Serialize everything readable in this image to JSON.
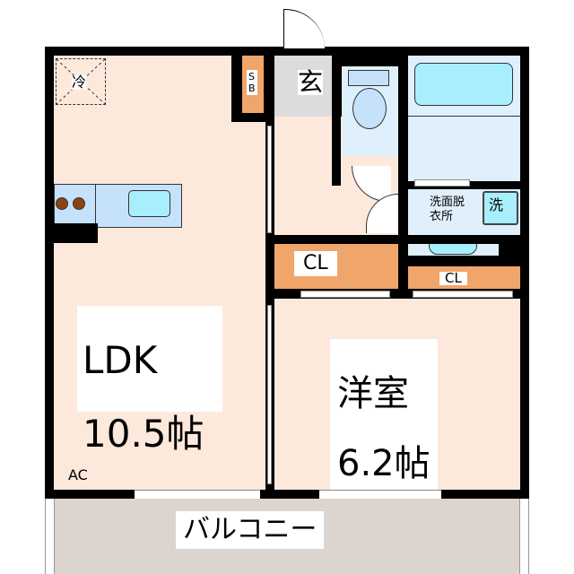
{
  "floorplan": {
    "rooms": {
      "ldk": {
        "name": "LDK",
        "size": "10.5帖"
      },
      "western": {
        "name": "洋室",
        "size": "6.2帖"
      },
      "entrance": {
        "name": "玄"
      },
      "shoebox": {
        "name": "S\nB"
      },
      "closet1": {
        "name": "CL"
      },
      "closet2": {
        "name": "CL"
      },
      "washroom": {
        "name": "洗面脱\n衣所"
      },
      "washer": {
        "name": "洗"
      },
      "balcony": {
        "name": "バルコニー"
      }
    },
    "fixtures": {
      "fridge": "冷",
      "aircon": "AC"
    },
    "colors": {
      "floor": "#fde9dc",
      "wet_area": "#dff0fc",
      "closet": "#f0a56a",
      "entrance": "#dcdcdc",
      "balcony": "#dcd4ce",
      "wall": "#000000"
    }
  }
}
